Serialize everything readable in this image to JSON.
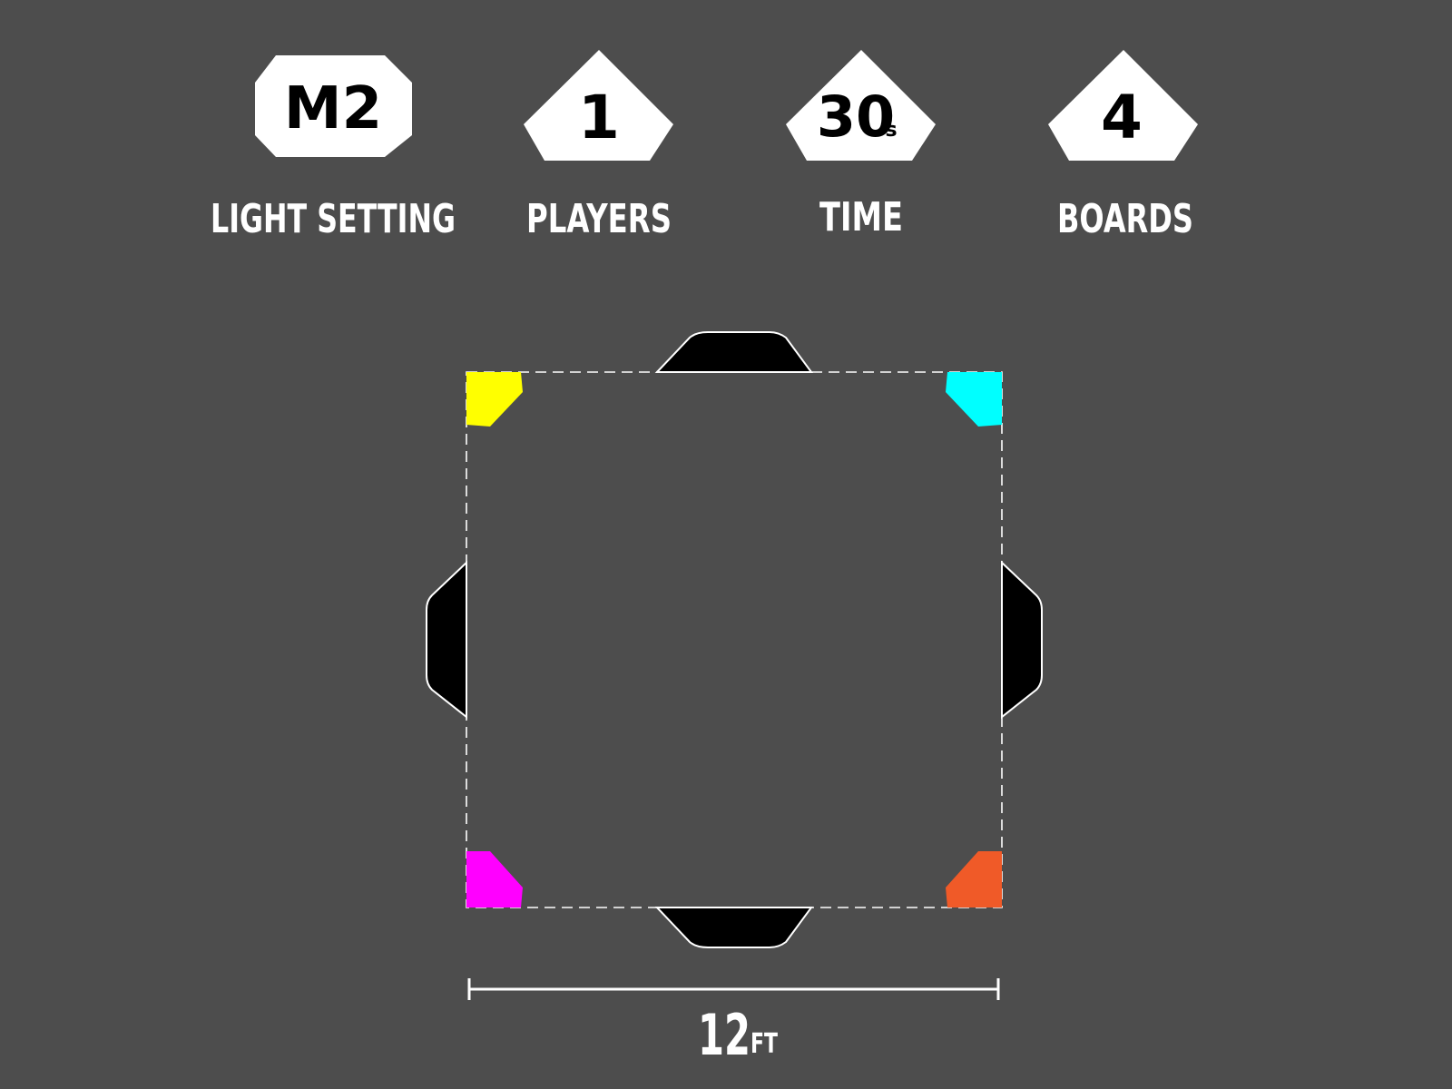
{
  "settings": {
    "light_setting": {
      "value": "M2",
      "label": "LIGHT SETTING"
    },
    "players": {
      "value": "1",
      "label": "PLAYERS"
    },
    "time": {
      "value": "30",
      "unit": "s",
      "label": "TIME"
    },
    "boards": {
      "value": "4",
      "label": "BOARDS"
    }
  },
  "diagram": {
    "corner_colors": {
      "top_left": "#ffff00",
      "top_right": "#00ffff",
      "bottom_left": "#ff00ff",
      "bottom_right": "#f05a28"
    },
    "dimension": {
      "value": "12",
      "unit": "FT"
    }
  },
  "colors": {
    "background": "#4d4d4d",
    "badge_fill": "#ffffff",
    "board_fill": "#000000",
    "line": "#ffffff"
  }
}
